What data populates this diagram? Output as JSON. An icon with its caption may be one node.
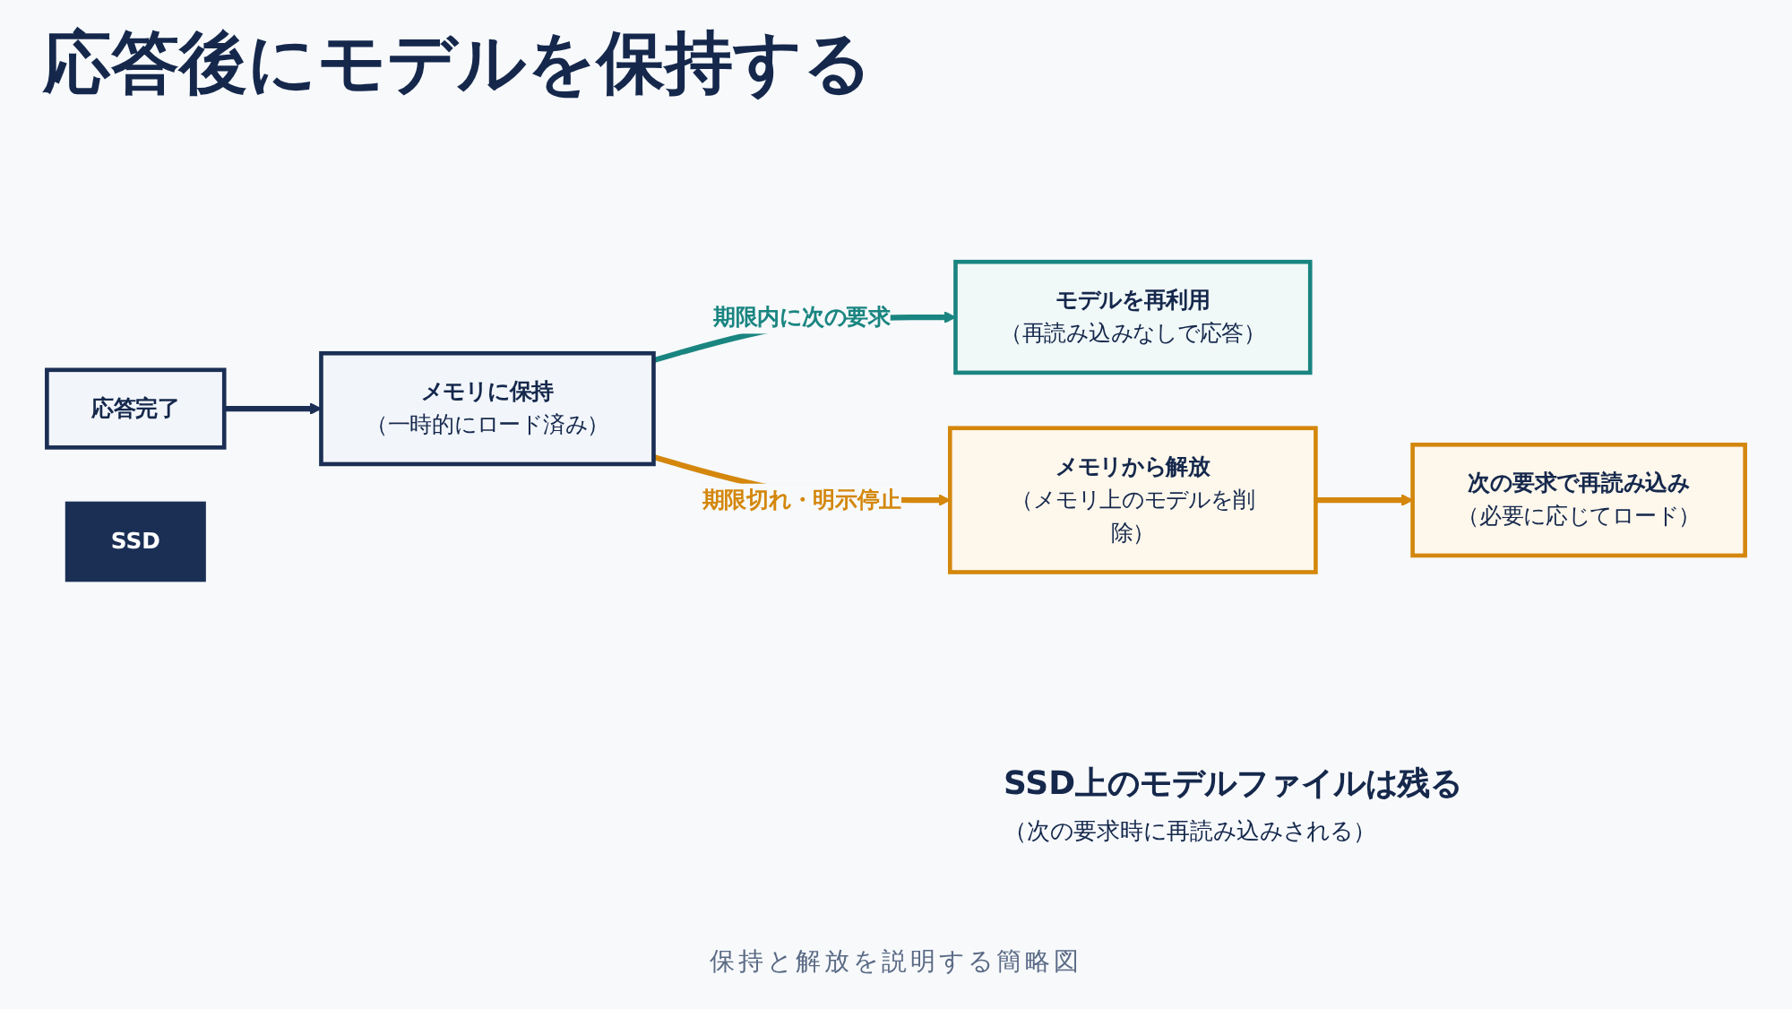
{
  "diagram": {
    "title": "応答後にモデルを保持する",
    "caption": "保持と解放を説明する簡略図",
    "nodes": [
      {
        "text": [
          "応答完了"
        ]
      },
      {
        "text": [
          "メモリに保持",
          "（一時的にロード済み）"
        ]
      },
      {
        "text": [
          "モデルを再利用",
          "（再読み込みなしで応答）"
        ]
      },
      {
        "text": [
          "メモリから解放",
          "（メモリ上のモデルを削除）"
        ]
      },
      {
        "text": [
          "次の要求で再読み込み",
          "（必要に応じてロード）"
        ]
      },
      {
        "text": [
          "SSD"
        ],
        "beside": [
          "SSD上のモデルファイルは残る",
          "（次の要求時に再読み込みされる）"
        ]
      }
    ],
    "edges": [
      {
        "from": 0,
        "to": 1,
        "arrow": "to",
        "color": "#1b2f55"
      },
      {
        "from": 1,
        "to": 2,
        "arrow": "to",
        "label": "期限内に次の要求",
        "color": "#1a8580"
      },
      {
        "from": 1,
        "to": 3,
        "arrow": "to",
        "label": "期限切れ・明示停止",
        "color": "#d4870c"
      },
      {
        "from": 3,
        "to": 4,
        "arrow": "to",
        "color": "#d4870c"
      }
    ]
  }
}
